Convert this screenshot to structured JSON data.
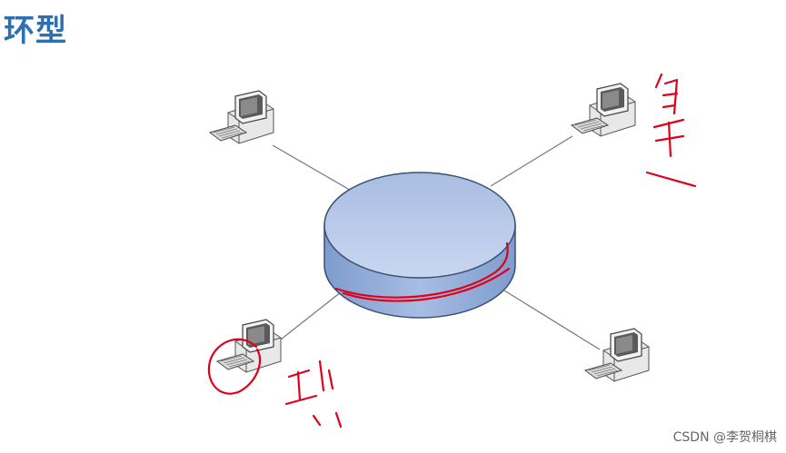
{
  "slide": {
    "title": "环型",
    "watermark": "CSDN @李贺桐棋"
  },
  "diagram": {
    "center_node": "ring-hub",
    "computers": [
      "computer-top-left",
      "computer-top-right",
      "computer-bottom-left",
      "computer-bottom-right"
    ]
  },
  "colors": {
    "title": "#2f6fb0",
    "hub_top": "#b8c8e6",
    "hub_side": "#8faad4",
    "annotation": "#e0001a",
    "link": "#777777"
  },
  "icons": [
    "desktop-computer-icon",
    "keyboard-icon"
  ]
}
